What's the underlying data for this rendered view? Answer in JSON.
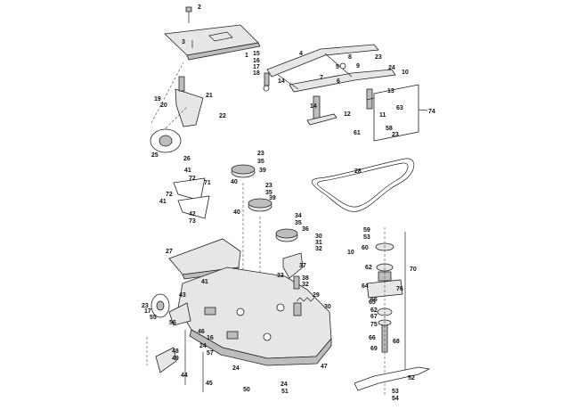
{
  "diagram": {
    "part_labels": [
      "2",
      "3",
      "1",
      "15",
      "16",
      "17",
      "18",
      "14",
      "4",
      "5",
      "6",
      "7",
      "8",
      "23",
      "9",
      "24",
      "10",
      "13",
      "19",
      "20",
      "21",
      "22",
      "11",
      "12",
      "14",
      "63",
      "74",
      "25",
      "26",
      "61",
      "58",
      "23",
      "23",
      "35",
      "39",
      "40",
      "41",
      "72",
      "71",
      "28",
      "23",
      "35",
      "39",
      "40",
      "72",
      "41",
      "42",
      "73",
      "34",
      "35",
      "36",
      "30",
      "31",
      "32",
      "59",
      "53",
      "60",
      "27",
      "10",
      "37",
      "33",
      "62",
      "70",
      "38",
      "32",
      "29",
      "65",
      "76",
      "64",
      "43",
      "41",
      "23",
      "17",
      "55",
      "30",
      "56",
      "46",
      "62",
      "66",
      "67",
      "75",
      "16",
      "24",
      "57",
      "68",
      "66",
      "69",
      "47",
      "48",
      "49",
      "44",
      "24",
      "50",
      "45",
      "24",
      "51",
      "52",
      "53",
      "54"
    ]
  }
}
